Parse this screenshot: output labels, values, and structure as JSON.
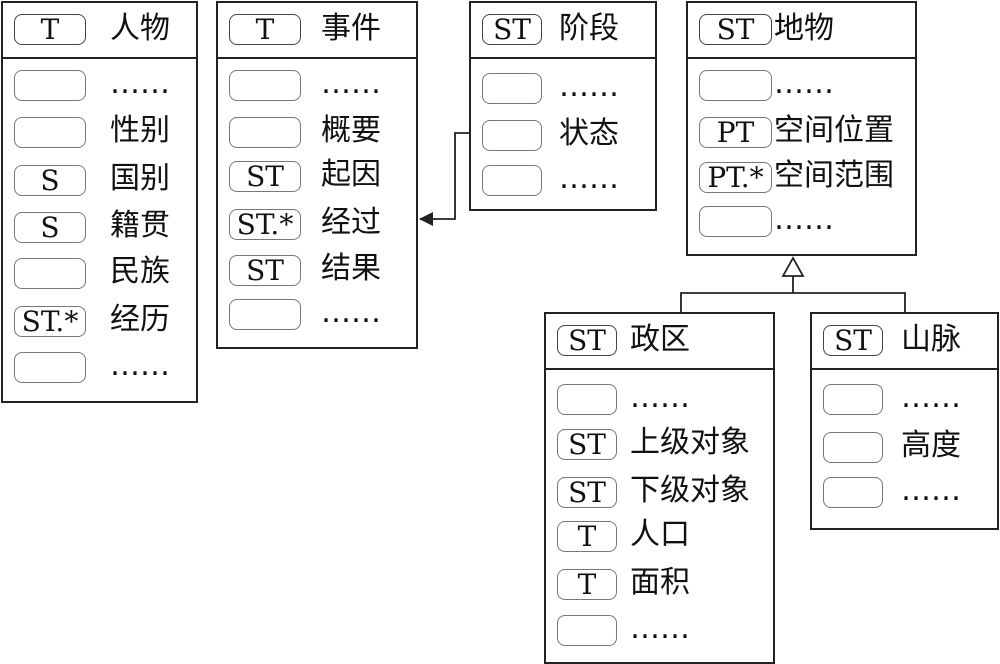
{
  "entities": [
    {
      "id": "person",
      "header": {
        "tag": "T",
        "label": "人物"
      },
      "attributes": [
        {
          "tag": "",
          "label": "……"
        },
        {
          "tag": "",
          "label": "性别"
        },
        {
          "tag": "S",
          "label": "国别"
        },
        {
          "tag": "S",
          "label": "籍贯"
        },
        {
          "tag": "",
          "label": "民族"
        },
        {
          "tag": "ST.*",
          "label": "经历"
        },
        {
          "tag": "",
          "label": "……"
        }
      ]
    },
    {
      "id": "event",
      "header": {
        "tag": "T",
        "label": "事件"
      },
      "attributes": [
        {
          "tag": "",
          "label": "……"
        },
        {
          "tag": "",
          "label": "概要"
        },
        {
          "tag": "ST",
          "label": "起因"
        },
        {
          "tag": "ST.*",
          "label": "经过"
        },
        {
          "tag": "ST",
          "label": "结果"
        },
        {
          "tag": "",
          "label": "……"
        }
      ]
    },
    {
      "id": "stage",
      "header": {
        "tag": "ST",
        "label": "阶段"
      },
      "attributes": [
        {
          "tag": "",
          "label": "……"
        },
        {
          "tag": "",
          "label": "状态"
        },
        {
          "tag": "",
          "label": "……"
        }
      ]
    },
    {
      "id": "place",
      "header": {
        "tag": "ST",
        "label": "地物"
      },
      "attributes": [
        {
          "tag": "",
          "label": "……"
        },
        {
          "tag": "PT",
          "label": "空间位置"
        },
        {
          "tag": "PT.*",
          "label": "空间范围"
        },
        {
          "tag": "",
          "label": "……"
        }
      ]
    },
    {
      "id": "region",
      "header": {
        "tag": "ST",
        "label": "政区"
      },
      "attributes": [
        {
          "tag": "",
          "label": "……"
        },
        {
          "tag": "ST",
          "label": "上级对象"
        },
        {
          "tag": "ST",
          "label": "下级对象"
        },
        {
          "tag": "T",
          "label": "人口"
        },
        {
          "tag": "T",
          "label": "面积"
        },
        {
          "tag": "",
          "label": "……"
        }
      ]
    },
    {
      "id": "mountain",
      "header": {
        "tag": "ST",
        "label": "山脉"
      },
      "attributes": [
        {
          "tag": "",
          "label": "……"
        },
        {
          "tag": "",
          "label": "高度"
        },
        {
          "tag": "",
          "label": "……"
        }
      ]
    }
  ],
  "relations": [
    {
      "type": "association",
      "from": "stage",
      "to": "event"
    },
    {
      "type": "generalization",
      "from": [
        "region",
        "mountain"
      ],
      "to": "place"
    }
  ]
}
